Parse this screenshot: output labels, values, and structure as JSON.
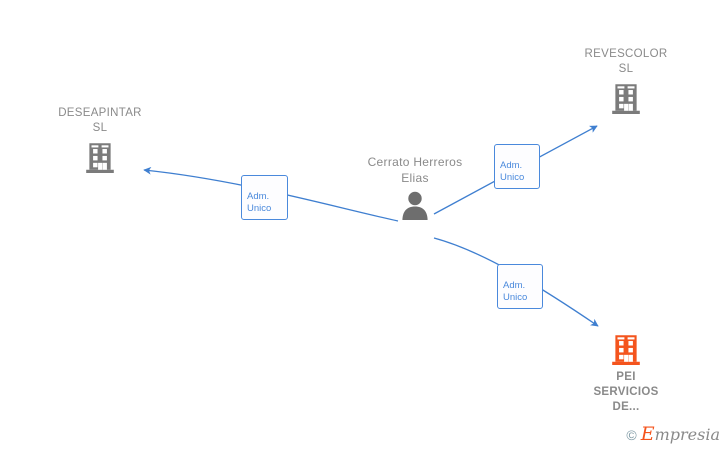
{
  "diagram": {
    "type": "company-relationship-graph",
    "background_color": "#ffffff",
    "edge_color": "#3f7fd0",
    "company_gray": "#777777",
    "company_orange": "#f4541d",
    "label_color": "#8a8a8a",
    "center_person": {
      "name": "Cerrato Herreros Elias",
      "icon": "person-icon",
      "icon_color": "#6e6e6e"
    },
    "nodes": [
      {
        "id": "deseapintar",
        "name": "DESEAPINTAR\nSL",
        "icon": "building-icon",
        "icon_color": "#7b7b7b",
        "label_position": "above"
      },
      {
        "id": "revescolor",
        "name": "REVESCOLOR\nSL",
        "icon": "building-icon",
        "icon_color": "#7b7b7b",
        "label_position": "above"
      },
      {
        "id": "pei-servicios",
        "name": "PEI\nSERVICIOS\nDE...",
        "icon": "building-icon",
        "icon_color": "#f4541d",
        "label_position": "below"
      }
    ],
    "edges": [
      {
        "id": "edge-deseapintar",
        "from": "center_person",
        "to": "deseapintar",
        "label": "Adm.\nUnico",
        "direction": "to-target"
      },
      {
        "id": "edge-revescolor",
        "from": "center_person",
        "to": "revescolor",
        "label": "Adm.\nUnico",
        "direction": "to-target"
      },
      {
        "id": "edge-pei",
        "from": "center_person",
        "to": "pei-servicios",
        "label": "Adm.\nUnico",
        "direction": "to-target"
      }
    ]
  },
  "watermark": {
    "copyright": "©",
    "brand_initial": "E",
    "brand_rest": "mpresia"
  }
}
